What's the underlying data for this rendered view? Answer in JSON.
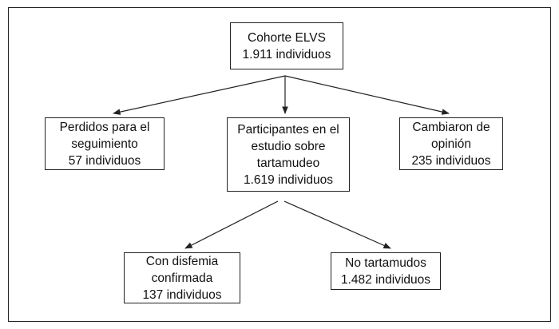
{
  "nodes": {
    "root": {
      "line1": "Cohorte ELVS",
      "line2": "1.911 individuos"
    },
    "lost": {
      "line1": "Perdidos para el",
      "line2": "seguimiento",
      "line3": "57 individuos"
    },
    "participants": {
      "line1": "Participantes en el",
      "line2": "estudio sobre",
      "line3": "tartamudeo",
      "line4": "1.619 individuos"
    },
    "changed": {
      "line1": "Cambiaron de",
      "line2": "opinión",
      "line3": "235 individuos"
    },
    "confirmed": {
      "line1": "Con disfemia",
      "line2": "confirmada",
      "line3": "137 individuos"
    },
    "no_stutter": {
      "line1": "No tartamudos",
      "line2": "1.482 individuos"
    }
  },
  "colors": {
    "line": "#222222",
    "background": "#ffffff"
  }
}
